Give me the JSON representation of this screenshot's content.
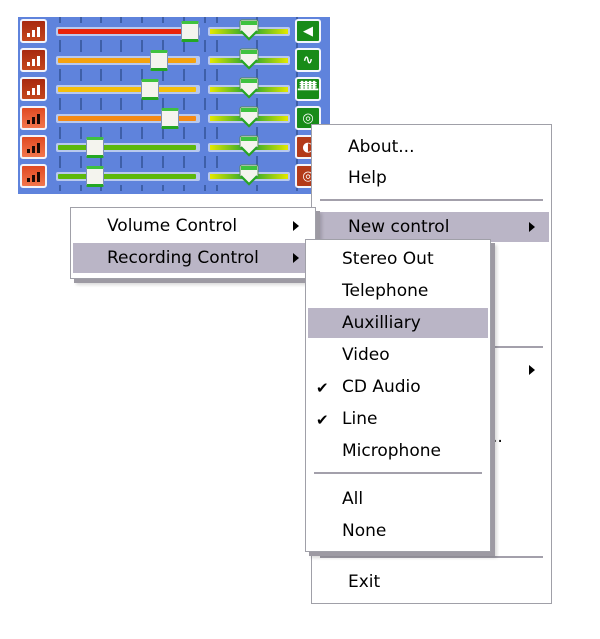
{
  "mixer": {
    "channels": [
      {
        "name": "master-volume",
        "level_pct": 96,
        "track_color": "#e8230b",
        "left_icon": "volume-bars-icon",
        "left_style": "dark",
        "balance_pct": 50,
        "right_icon": "speaker-icon",
        "right_glyph": "◀",
        "right_style": "green"
      },
      {
        "name": "wave",
        "level_pct": 73,
        "track_color": "#f5a20e",
        "left_icon": "volume-bars-icon",
        "left_style": "dark",
        "balance_pct": 50,
        "right_icon": "waveform-icon",
        "right_glyph": "∿",
        "right_style": "green"
      },
      {
        "name": "synth",
        "level_pct": 67,
        "track_color": "#f4bf0a",
        "left_icon": "volume-bars-icon",
        "left_style": "dark",
        "balance_pct": 50,
        "right_icon": "keyboard-icon",
        "right_glyph": "ᚙ",
        "right_style": "green"
      },
      {
        "name": "cd-audio",
        "level_pct": 81,
        "track_color": "#f58a14",
        "left_icon": "volume-bars-icon",
        "left_style": "light",
        "balance_pct": 50,
        "right_icon": "cd-icon",
        "right_glyph": "◎",
        "right_style": "green"
      },
      {
        "name": "line-in",
        "level_pct": 27,
        "track_color": "#5cb80c",
        "left_icon": "volume-bars-icon",
        "left_style": "light",
        "balance_pct": 50,
        "right_icon": "line-icon",
        "right_glyph": "◐",
        "right_style": "red"
      },
      {
        "name": "microphone",
        "level_pct": 27,
        "track_color": "#5cb80c",
        "left_icon": "volume-bars-icon",
        "left_style": "light",
        "balance_pct": 50,
        "right_icon": "mic-icon",
        "right_glyph": "◎",
        "right_style": "red"
      }
    ]
  },
  "main_menu": {
    "items": [
      {
        "label": "About...",
        "type": "item"
      },
      {
        "label": "Help",
        "type": "item"
      },
      {
        "type": "separator"
      },
      {
        "label": "New control",
        "type": "submenu",
        "highlighted": true
      },
      {
        "type": "separator"
      },
      {
        "label": "Exit",
        "type": "item"
      }
    ]
  },
  "new_control_menu": {
    "items": [
      {
        "label": "Volume Control",
        "type": "submenu"
      },
      {
        "label": "Recording Control",
        "type": "submenu",
        "highlighted": true
      }
    ]
  },
  "recording_menu": {
    "items": [
      {
        "label": "Stereo Out",
        "checked": false
      },
      {
        "label": "Telephone",
        "checked": false
      },
      {
        "label": "Auxilliary",
        "checked": false,
        "highlighted": true
      },
      {
        "label": "Video",
        "checked": false
      },
      {
        "label": "CD Audio",
        "checked": true
      },
      {
        "label": "Line",
        "checked": true
      },
      {
        "label": "Microphone",
        "checked": false
      }
    ],
    "extra": [
      {
        "label": "All"
      },
      {
        "label": "None"
      }
    ],
    "check_glyph": "✔"
  },
  "colors": {
    "panel_bg": "#5f83dc",
    "menu_highlight": "#bab5c6",
    "menu_border": "#a0a0a8"
  }
}
